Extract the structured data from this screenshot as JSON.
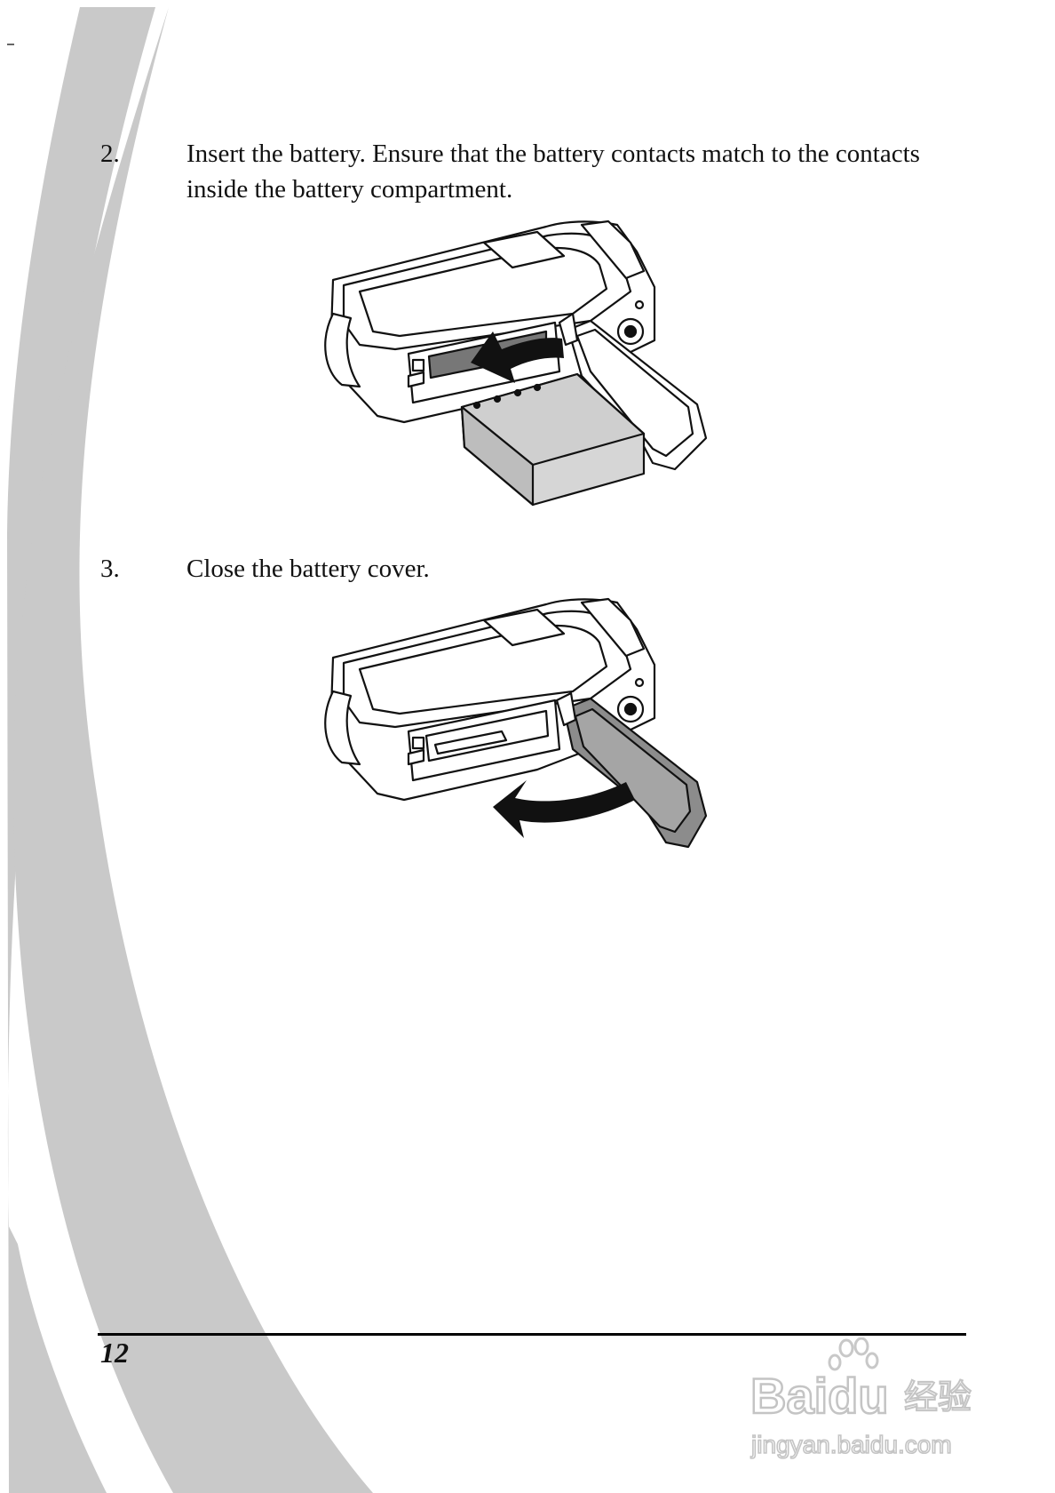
{
  "steps": [
    {
      "number": "2.",
      "text": "Insert the battery. Ensure that the battery contacts match to the contacts inside the battery compartment."
    },
    {
      "number": "3.",
      "text": "Close the battery cover."
    }
  ],
  "footer": {
    "page_number": "12"
  },
  "watermark": {
    "brand": "Baidu",
    "brand_cn": "经验",
    "url": "jingyan.baidu.com"
  },
  "colors": {
    "swoosh": "#c9c9c9",
    "text": "#111111",
    "rule": "#000000"
  }
}
